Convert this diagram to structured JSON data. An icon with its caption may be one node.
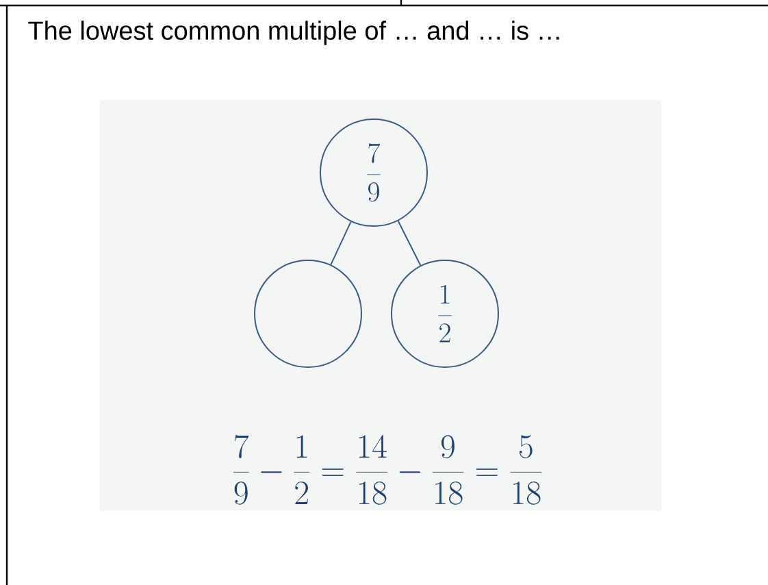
{
  "diagram": {
    "title": "The lowest common multiple of … and … is …",
    "nodes": [
      {
        "text": [
          "\\frac{7}{9}"
        ]
      },
      {
        "text": [],
        "shape": "circle"
      },
      {
        "text": [
          "\\frac{1}{2}"
        ]
      }
    ],
    "edges": [
      {
        "from": 0,
        "to": 1,
        "arrow": "none"
      },
      {
        "from": 0,
        "to": 2,
        "arrow": "none"
      }
    ],
    "labels": [
      "\\frac{7}{9} - \\frac{1}{2} = \\frac{14}{18} - \\frac{9}{18} = \\frac{5}{18}"
    ]
  }
}
